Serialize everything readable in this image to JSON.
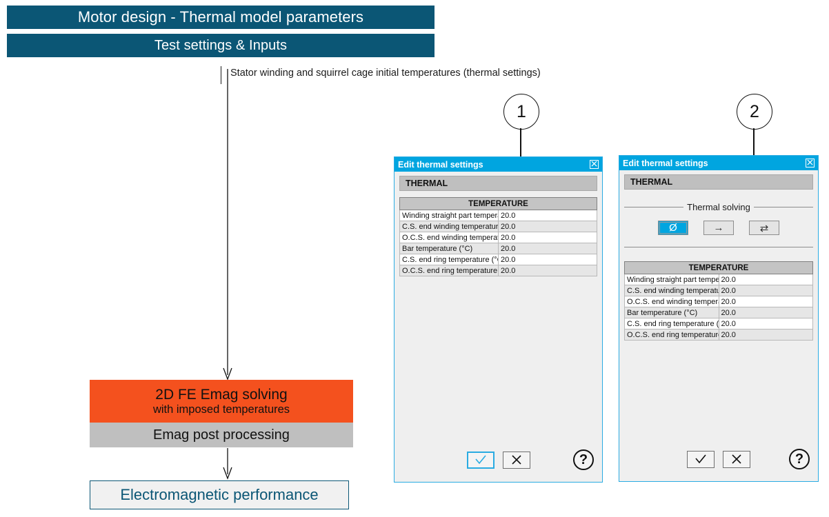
{
  "header": {
    "title": "Motor design - Thermal model parameters",
    "subtitle": "Test settings & Inputs"
  },
  "annotation": {
    "text": "Stator winding and squirrel cage initial temperatures (thermal settings)"
  },
  "flow": {
    "emag_solving_line1": "2D FE Emag solving",
    "emag_solving_line2": "with imposed temperatures",
    "emag_post": "Emag post processing",
    "performance": "Electromagnetic performance"
  },
  "callouts": [
    {
      "number": "1"
    },
    {
      "number": "2"
    }
  ],
  "colors": {
    "banner": "#0b5675",
    "dialog_titlebar": "#00a5e0",
    "emag_solving_box": "#f4511e",
    "emag_post_box": "#bfbfbf",
    "performance_text": "#0b5675",
    "selected_button": "#00a5e0"
  },
  "dialog1": {
    "title": "Edit thermal settings",
    "close_label": "☒",
    "tab": "THERMAL",
    "table": {
      "header": "TEMPERATURE",
      "rows": [
        {
          "label": "Winding straight part temperature (°C)",
          "value": "20.0"
        },
        {
          "label": "C.S. end winding temperature (°C)",
          "value": "20.0"
        },
        {
          "label": "O.C.S. end winding temperature (°C)",
          "value": "20.0"
        },
        {
          "label": "Bar temperature (°C)",
          "value": "20.0"
        },
        {
          "label": "C.S. end ring temperature (°C)",
          "value": "20.0"
        },
        {
          "label": "O.C.S. end ring temperature (°C)",
          "value": "20.0"
        }
      ]
    },
    "footer": {
      "ok_label": "✓",
      "cancel_label": "✕",
      "help_label": "?"
    }
  },
  "dialog2": {
    "title": "Edit thermal settings",
    "close_label": "☒",
    "tab": "THERMAL",
    "group": {
      "legend": "Thermal solving",
      "buttons": [
        {
          "glyph": "Ø",
          "name": "no-thermal-solving",
          "selected": true
        },
        {
          "glyph": "→",
          "name": "one-way-coupling",
          "selected": false
        },
        {
          "glyph": "⇄",
          "name": "two-way-coupling",
          "selected": false
        }
      ]
    },
    "table": {
      "header": "TEMPERATURE",
      "rows": [
        {
          "label": "Winding straight part temperature (°C)",
          "value": "20.0"
        },
        {
          "label": "C.S. end winding temperature (°C)",
          "value": "20.0"
        },
        {
          "label": "O.C.S. end winding temperature (°C)",
          "value": "20.0"
        },
        {
          "label": "Bar temperature (°C)",
          "value": "20.0"
        },
        {
          "label": "C.S. end ring temperature (°C)",
          "value": "20.0"
        },
        {
          "label": "O.C.S. end ring temperature (°C)",
          "value": "20.0"
        }
      ]
    },
    "footer": {
      "ok_label": "✓",
      "cancel_label": "✕",
      "help_label": "?"
    }
  }
}
